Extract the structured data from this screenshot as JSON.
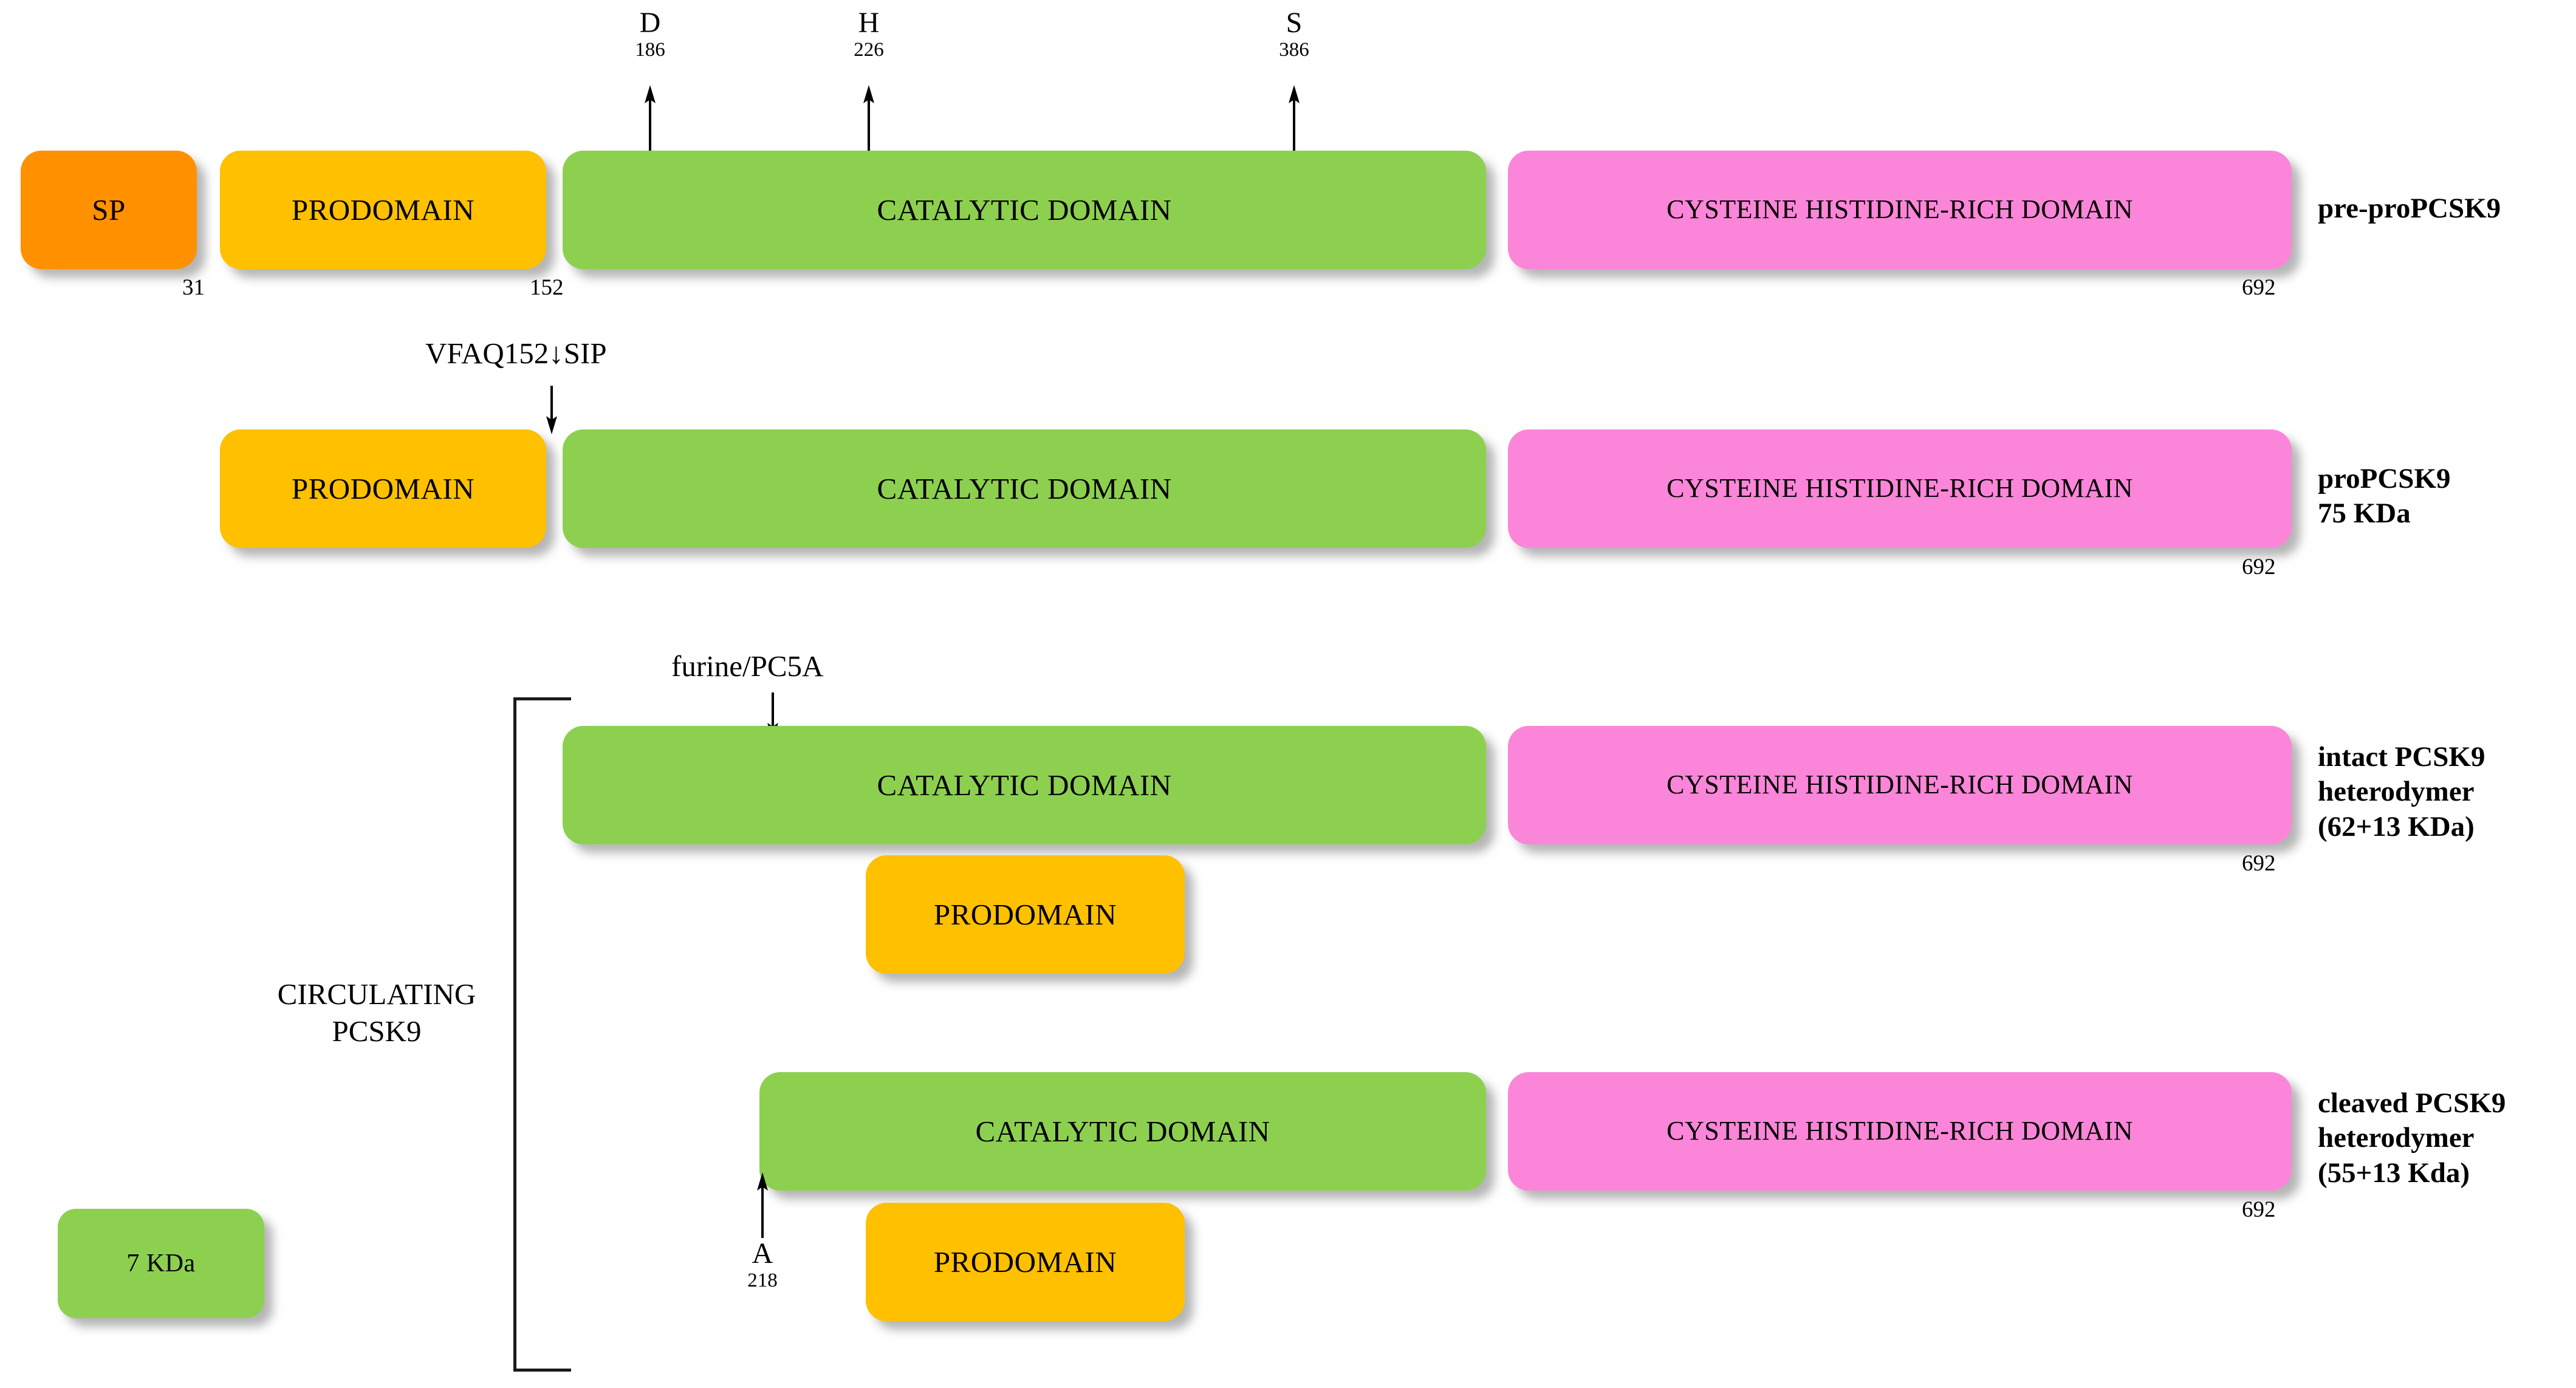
{
  "figure": {
    "title": "PCSK9 maturation and processing schematic",
    "colors": {
      "signal_peptide": "#FF9100",
      "prodomain": "#FFC000",
      "catalytic_domain": "#8DD04F",
      "cysteine_histidine_rich_domain": "#FB86D9",
      "line": "#1a1a1a",
      "background": "#ffffff"
    }
  },
  "labels": {
    "sp": "SP",
    "prodomain": "PRODOMAIN",
    "catalytic": "CATALYTIC DOMAIN",
    "chrd": "CYSTEINE HISTIDINE-RICH DOMAIN",
    "seven_kda": "7 KDa"
  },
  "rows": [
    {
      "id": "pre-proPCSK9",
      "caption_lines": [
        "pre-proPCSK9"
      ],
      "blocks": [
        {
          "name": "sp",
          "label": "SP"
        },
        {
          "name": "prodomain",
          "label": "PRODOMAIN"
        },
        {
          "name": "catalytic",
          "label": "CATALYTIC DOMAIN"
        },
        {
          "name": "chrd",
          "label": "CYSTEINE HISTIDINE-RICH DOMAIN"
        }
      ],
      "residue_numbers": [
        "31",
        "152",
        "692"
      ],
      "site_markers": [
        {
          "residue": "D",
          "position": "186"
        },
        {
          "residue": "H",
          "position": "226"
        },
        {
          "residue": "S",
          "position": "386"
        }
      ]
    },
    {
      "id": "proPCSK9",
      "caption_lines": [
        "proPCSK9",
        "75 KDa"
      ],
      "blocks": [
        {
          "name": "prodomain",
          "label": "PRODOMAIN"
        },
        {
          "name": "catalytic",
          "label": "CATALYTIC DOMAIN"
        },
        {
          "name": "chrd",
          "label": "CYSTEINE HISTIDINE-RICH DOMAIN"
        }
      ],
      "residue_numbers": [
        "692"
      ],
      "cleavage_annotation": "VFAQ152↓SIP"
    },
    {
      "id": "intact-PCSK9-heterodymer",
      "caption_lines": [
        "intact PCSK9",
        "heterodymer",
        "(62+13 KDa)"
      ],
      "blocks": [
        {
          "name": "catalytic",
          "label": "CATALYTIC DOMAIN"
        },
        {
          "name": "chrd",
          "label": "CYSTEINE HISTIDINE-RICH DOMAIN"
        },
        {
          "name": "prodomain",
          "label": "PRODOMAIN"
        }
      ],
      "residue_numbers": [
        "692"
      ],
      "cleavage_annotation": "furine/PC5A"
    },
    {
      "id": "cleaved-PCSK9-heterodymer",
      "caption_lines": [
        "cleaved PCSK9",
        "heterodymer",
        "(55+13 Kda)"
      ],
      "blocks": [
        {
          "name": "catalytic",
          "label": "CATALYTIC DOMAIN"
        },
        {
          "name": "chrd",
          "label": "CYSTEINE HISTIDINE-RICH DOMAIN"
        },
        {
          "name": "prodomain",
          "label": "PRODOMAIN"
        }
      ],
      "residue_numbers": [
        "692"
      ],
      "site_markers": [
        {
          "residue": "A",
          "position": "218"
        }
      ]
    }
  ],
  "bracket": {
    "label_line1": "CIRCULATING",
    "label_line2": "PCSK9"
  },
  "fragment_box": {
    "label": "7 KDa"
  },
  "site_markers_flat": {
    "d186_aa": "D",
    "d186_pos": "186",
    "h226_aa": "H",
    "h226_pos": "226",
    "s386_aa": "S",
    "s386_pos": "386",
    "a218_aa": "A",
    "a218_pos": "218"
  },
  "residue_numbers_flat": {
    "r1_31": "31",
    "r1_152": "152",
    "r1_692": "692",
    "r2_692": "692",
    "r3_692": "692",
    "r4_692": "692"
  },
  "annotations": {
    "vfaq": "VFAQ152↓SIP",
    "furine": "furine/PC5A"
  },
  "captions": {
    "row1_l1": "pre-proPCSK9",
    "row2_l1": "proPCSK9",
    "row2_l2": "75 KDa",
    "row3_l1": "intact PCSK9",
    "row3_l2": "heterodymer",
    "row3_l3": "(62+13 KDa)",
    "row4_l1": "cleaved PCSK9",
    "row4_l2": "heterodymer",
    "row4_l3": "(55+13 Kda)"
  }
}
